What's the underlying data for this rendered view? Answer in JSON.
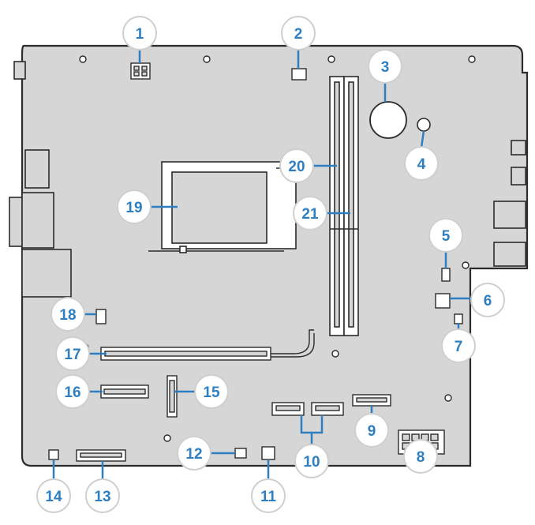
{
  "colors": {
    "board": "#d6d6d6",
    "outline": "#2b2b2b",
    "callout_fill": "#ffffff",
    "callout_stroke": "#2e7fc1",
    "callout_text": "#2e7fc1",
    "leader": "#2e7fc1",
    "component": "#ffffff"
  },
  "callouts": [
    {
      "id": "1",
      "label": "1"
    },
    {
      "id": "2",
      "label": "2"
    },
    {
      "id": "3",
      "label": "3"
    },
    {
      "id": "4",
      "label": "4"
    },
    {
      "id": "5",
      "label": "5"
    },
    {
      "id": "6",
      "label": "6"
    },
    {
      "id": "7",
      "label": "7"
    },
    {
      "id": "8",
      "label": "8"
    },
    {
      "id": "9",
      "label": "9"
    },
    {
      "id": "10",
      "label": "10"
    },
    {
      "id": "11",
      "label": "11"
    },
    {
      "id": "12",
      "label": "12"
    },
    {
      "id": "13",
      "label": "13"
    },
    {
      "id": "14",
      "label": "14"
    },
    {
      "id": "15",
      "label": "15"
    },
    {
      "id": "16",
      "label": "16"
    },
    {
      "id": "17",
      "label": "17"
    },
    {
      "id": "18",
      "label": "18"
    },
    {
      "id": "19",
      "label": "19"
    },
    {
      "id": "20",
      "label": "20"
    },
    {
      "id": "21",
      "label": "21"
    }
  ]
}
